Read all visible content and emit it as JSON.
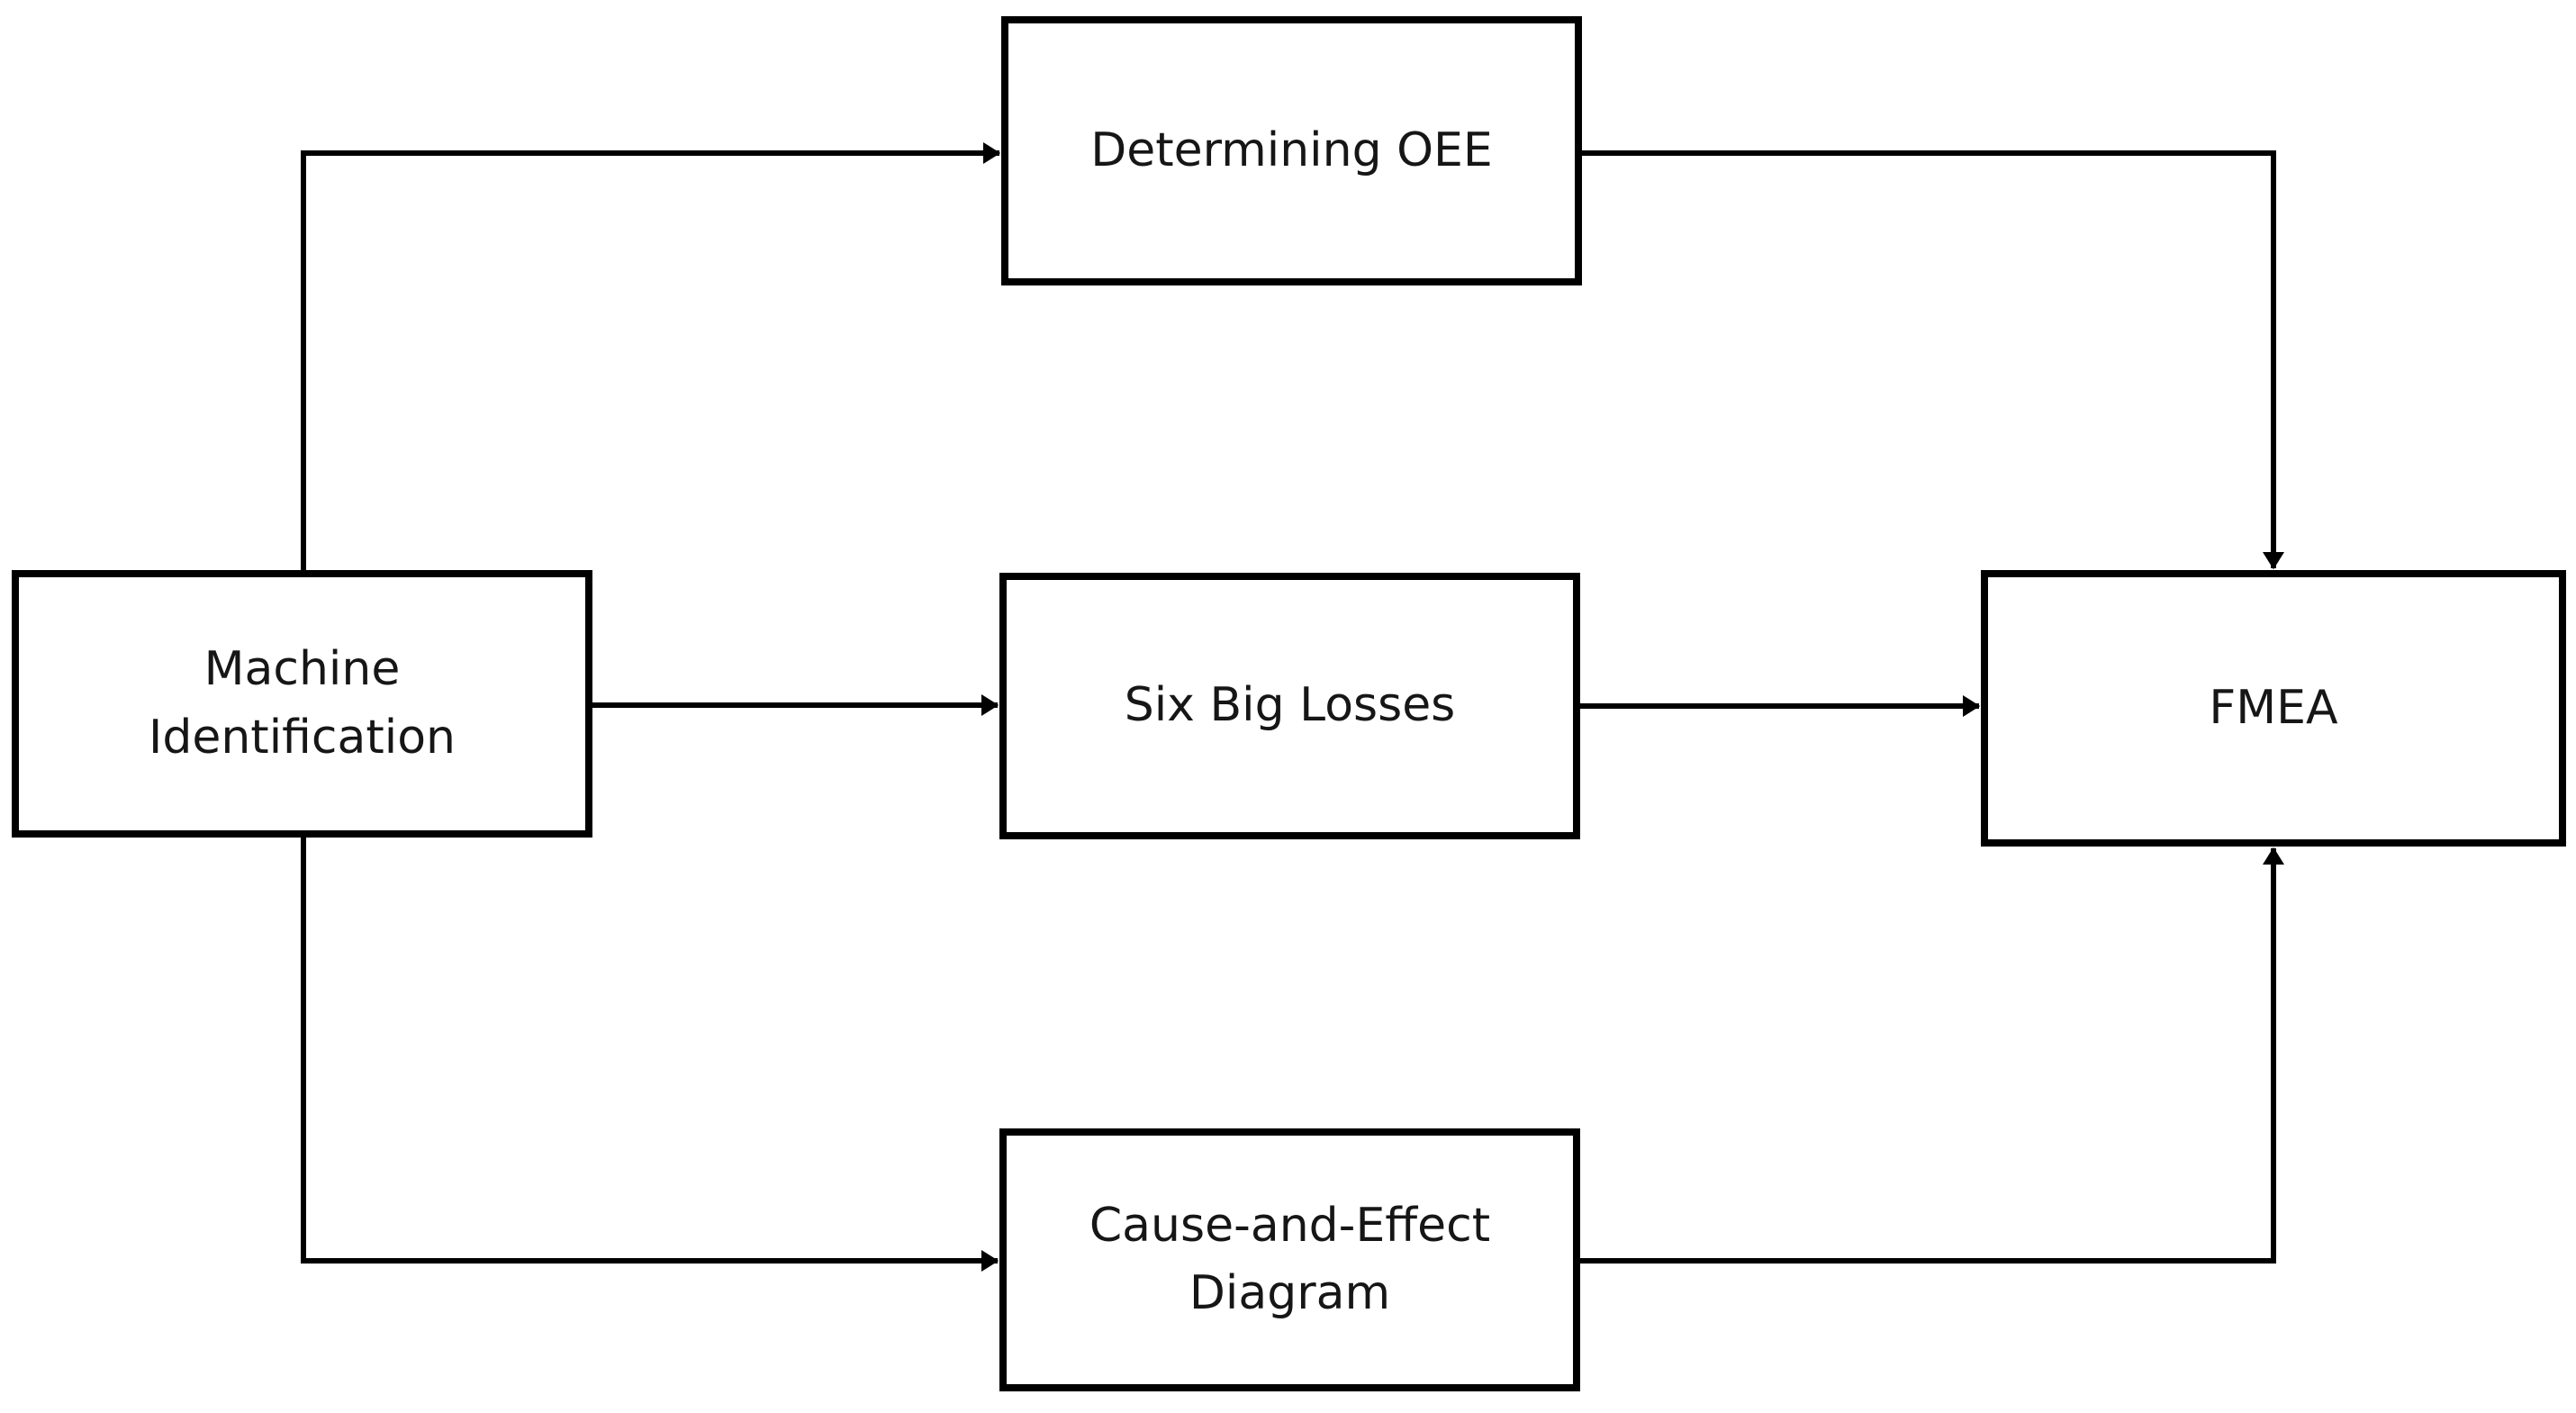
{
  "diagram": {
    "colors": {
      "background": "#ffffff",
      "line": "#000000",
      "text": "#161616"
    },
    "nodes": {
      "machine_identification": {
        "label": "Machine\nIdentification"
      },
      "determining_oee": {
        "label": "Determining OEE"
      },
      "six_big_losses": {
        "label": "Six Big Losses"
      },
      "cause_and_effect": {
        "label": "Cause-and-Effect\nDiagram"
      },
      "fmea": {
        "label": "FMEA"
      }
    },
    "edges": [
      {
        "from": "Machine Identification",
        "to": "Determining OEE"
      },
      {
        "from": "Machine Identification",
        "to": "Six Big Losses"
      },
      {
        "from": "Machine Identification",
        "to": "Cause-and-Effect Diagram"
      },
      {
        "from": "Determining OEE",
        "to": "FMEA"
      },
      {
        "from": "Six Big Losses",
        "to": "FMEA"
      },
      {
        "from": "Cause-and-Effect Diagram",
        "to": "FMEA"
      }
    ]
  }
}
